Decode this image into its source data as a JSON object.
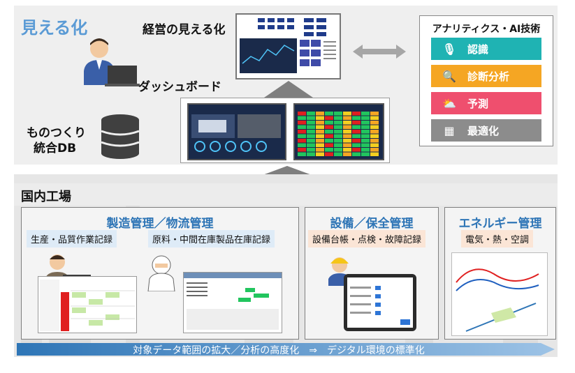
{
  "header": {
    "visualization_title": "見える化",
    "management_label": "経営の見える化",
    "dashboard_label": "ダッシュボード",
    "db_label_line1": "ものつくり",
    "db_label_line2": "統合DB"
  },
  "analytics": {
    "title": "アナリティクス・AI技術",
    "items": [
      {
        "label": "認識",
        "color": "#1fb3b3",
        "icon": "microphone-icon"
      },
      {
        "label": "診断分析",
        "color": "#f5a623",
        "icon": "magnifier-icon"
      },
      {
        "label": "予測",
        "color": "#ef4f6e",
        "icon": "weather-icon"
      },
      {
        "label": "最適化",
        "color": "#8c8c8c",
        "icon": "blocks-icon"
      }
    ]
  },
  "factory": {
    "title": "国内工場",
    "sections": [
      {
        "title": "製造管理／物流管理",
        "chips": [
          "生産・品質作業記録",
          "原料・中間在庫製品在庫記録"
        ]
      },
      {
        "title": "設備／保全管理",
        "chips": [
          "設備台帳・点検・故障記録"
        ]
      },
      {
        "title": "エネルギー管理",
        "chips": [
          "電気・熱・空調"
        ]
      }
    ]
  },
  "footer": {
    "banner": "対象データ範囲の拡大／分析の高度化　⇒　デジタル環境の標準化"
  },
  "colors": {
    "accent": "#2e75b6",
    "chip_blue": "#deebf7",
    "chip_orange": "#fbe5d6"
  }
}
